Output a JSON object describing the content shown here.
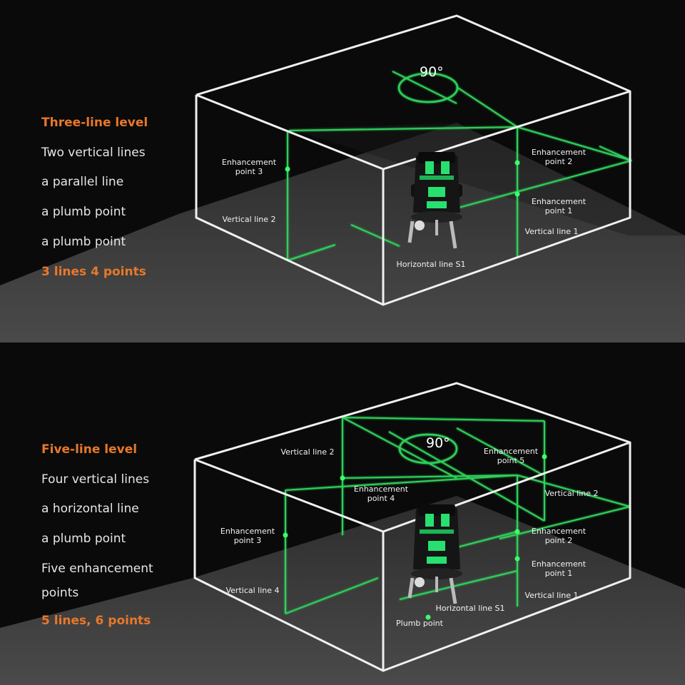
{
  "top": {
    "title": "Three-line level",
    "lines": [
      "Two vertical lines",
      "a parallel line",
      "a plumb point",
      "a plumb point"
    ],
    "summary": "3 lines 4 points",
    "angle": "90°",
    "labels": {
      "enh3": "Enhancement\npoint 3",
      "enh2": "Enhancement\npoint 2",
      "enh1": "Enhancement\npoint 1",
      "vert2": "Vertical line 2",
      "vert1": "Vertical line 1",
      "horiz": "Horizontal line S1"
    }
  },
  "bottom": {
    "title": "Five-line level",
    "lines": [
      "Four vertical lines",
      "a horizontal line",
      "a plumb point",
      "Five enhancement",
      "points"
    ],
    "summary": "5 lines, 6 points",
    "angle": "90°",
    "labels": {
      "vert2_top": "Vertical line 2",
      "enh5": "Enhancement\npoint 5",
      "enh4": "Enhancement\npoint 4",
      "vert2_right": "Vertical line 2",
      "enh3": "Enhancement\npoint 3",
      "enh2": "Enhancement\npoint 2",
      "enh1": "Enhancement\npoint 1",
      "vert4": "Vertical line 4",
      "vert1": "Vertical line 1",
      "horiz": "Horizontal line S1",
      "plumb": "Plumb point"
    }
  },
  "colors": {
    "accent": "#e8782a",
    "laser": "#2fd15a",
    "frame": "#f0f0f0",
    "floor": "#3c3c3c",
    "background": "#0a0a0a"
  }
}
